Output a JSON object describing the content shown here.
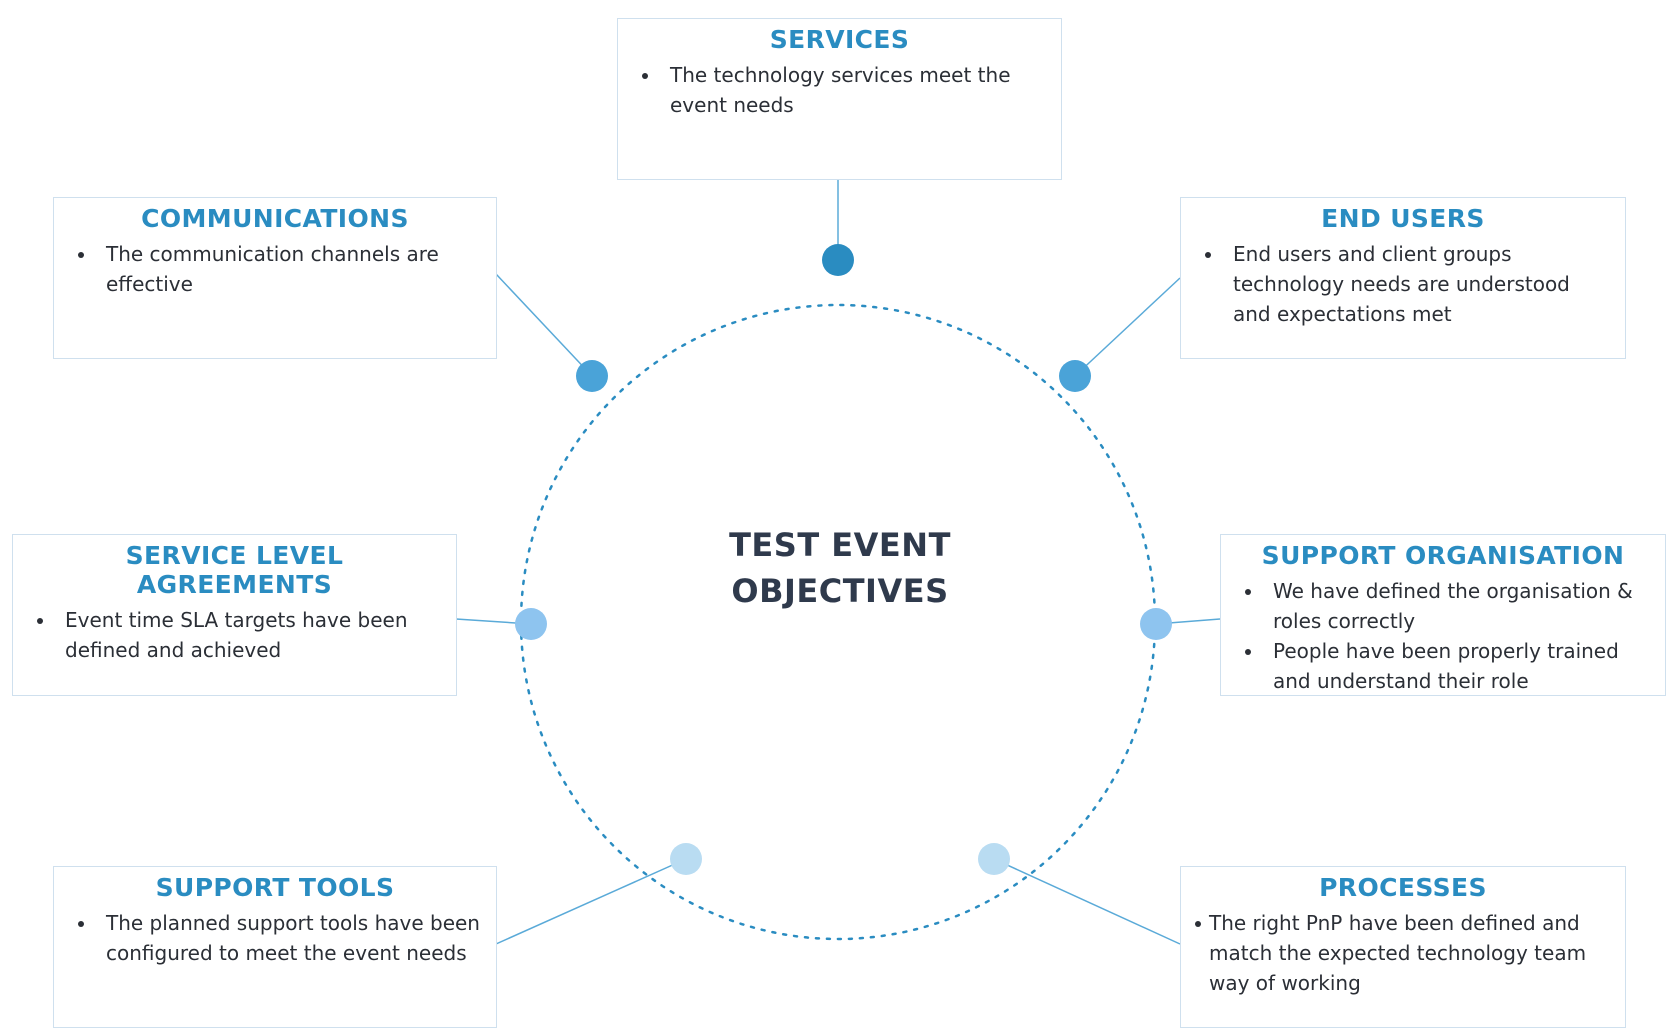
{
  "center": {
    "title_line1": "TEST EVENT",
    "title_line2": "OBJECTIVES"
  },
  "colors": {
    "accent": "#2a8cc1",
    "dot_dark": "#2a8cc1",
    "dot_mid": "#4aa3d8",
    "dot_light": "#8ec4ef",
    "dot_pale": "#b9dcf2",
    "circle": "#2a8cc1"
  },
  "boxes": {
    "services": {
      "title": "SERVICES",
      "bullets": [
        "The technology services meet the event needs"
      ]
    },
    "communications": {
      "title": "COMMUNICATIONS",
      "bullets": [
        "The communication channels are effective"
      ]
    },
    "end_users": {
      "title": "END USERS",
      "bullets": [
        "End users and client groups technology needs are understood and expectations met"
      ]
    },
    "sla": {
      "title": "SERVICE LEVEL AGREEMENTS",
      "bullets": [
        "Event time SLA targets have been defined and achieved"
      ]
    },
    "support_org": {
      "title": "SUPPORT ORGANISATION",
      "bullets": [
        "We have defined the organisation & roles correctly",
        "People have been properly trained and understand their role"
      ]
    },
    "support_tools": {
      "title": "SUPPORT TOOLS",
      "bullets": [
        "The planned support tools have been configured to meet the event needs"
      ]
    },
    "processes": {
      "title": "PROCESSES",
      "bullets": [
        "The right PnP have been defined and match the expected technology team way of working"
      ]
    }
  }
}
